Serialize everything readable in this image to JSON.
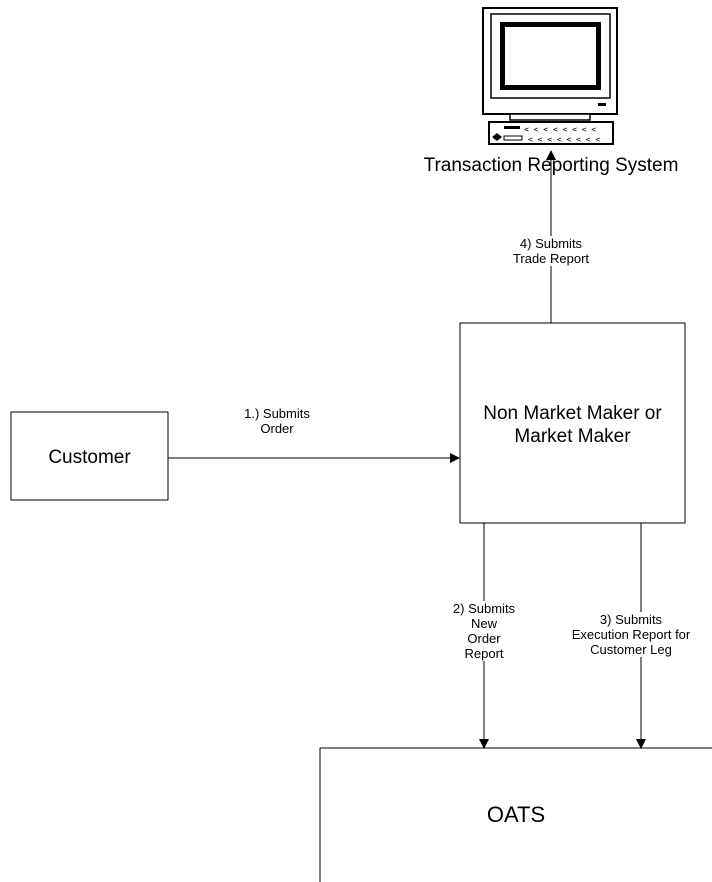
{
  "nodes": {
    "trs": "Transaction Reporting System",
    "customer": "Customer",
    "market_maker": [
      "Non Market Maker or",
      "Market Maker"
    ],
    "oats": "OATS"
  },
  "edges": {
    "e1": [
      "1.) Submits",
      "Order"
    ],
    "e2": [
      "2) Submits",
      "New",
      "Order",
      "Report"
    ],
    "e3": [
      "3) Submits",
      "Execution Report for",
      "Customer Leg"
    ],
    "e4": [
      "4) Submits",
      "Trade Report"
    ]
  }
}
